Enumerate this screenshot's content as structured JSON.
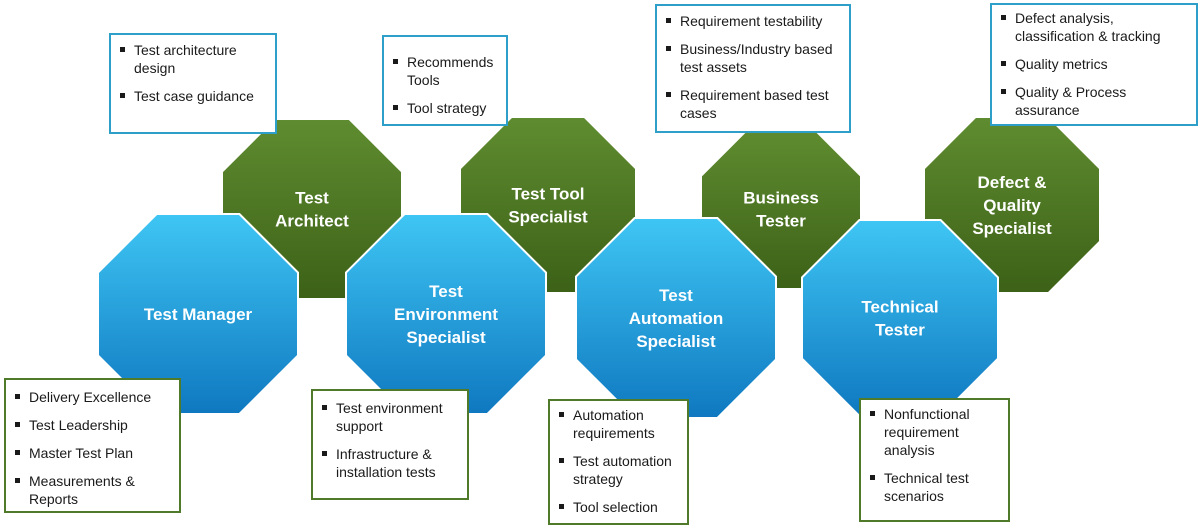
{
  "colors": {
    "green_dark": "#3f6418",
    "green_light": "#6b9a3a",
    "blue_dark": "#1481c7",
    "blue_light": "#3cc3f2",
    "box_border_blue": "#2e9fc9",
    "box_border_green": "#4f7a2a"
  },
  "roles": [
    {
      "key": "test-manager",
      "lines": [
        "Test Manager"
      ],
      "color": "blue"
    },
    {
      "key": "test-architect",
      "lines": [
        "Test",
        "Architect"
      ],
      "color": "green"
    },
    {
      "key": "test-environment-specialist",
      "lines": [
        "Test",
        "Environment",
        "Specialist"
      ],
      "color": "blue"
    },
    {
      "key": "test-tool-specialist",
      "lines": [
        "Test Tool",
        "Specialist"
      ],
      "color": "green"
    },
    {
      "key": "test-automation-specialist",
      "lines": [
        "Test",
        "Automation",
        "Specialist"
      ],
      "color": "blue"
    },
    {
      "key": "business-tester",
      "lines": [
        "Business",
        "Tester"
      ],
      "color": "green"
    },
    {
      "key": "technical-tester",
      "lines": [
        "Technical",
        "Tester"
      ],
      "color": "blue"
    },
    {
      "key": "defect-quality-specialist",
      "lines": [
        "Defect &",
        "Quality",
        "Specialist"
      ],
      "color": "green"
    }
  ],
  "responsibilities": {
    "test_architect": [
      "Test architecture design",
      "Test case guidance"
    ],
    "test_tool_specialist": [
      "Recommends Tools",
      "Tool strategy"
    ],
    "business_tester": [
      "Requirement testability",
      "Business/Industry based  test assets",
      "Requirement based test cases"
    ],
    "defect_quality_specialist": [
      "Defect analysis, classification &  tracking",
      "Quality metrics",
      "Quality & Process assurance"
    ],
    "test_manager": [
      "Delivery Excellence",
      "Test Leadership",
      "Master Test Plan",
      "Measurements & Reports"
    ],
    "test_environment_specialist": [
      "Test environment support",
      "Infrastructure & installation tests"
    ],
    "test_automation_specialist": [
      "Automation requirements",
      "Test automation strategy",
      "Tool selection"
    ],
    "technical_tester": [
      "Nonfunctional requirement analysis",
      "Technical test scenarios"
    ]
  }
}
